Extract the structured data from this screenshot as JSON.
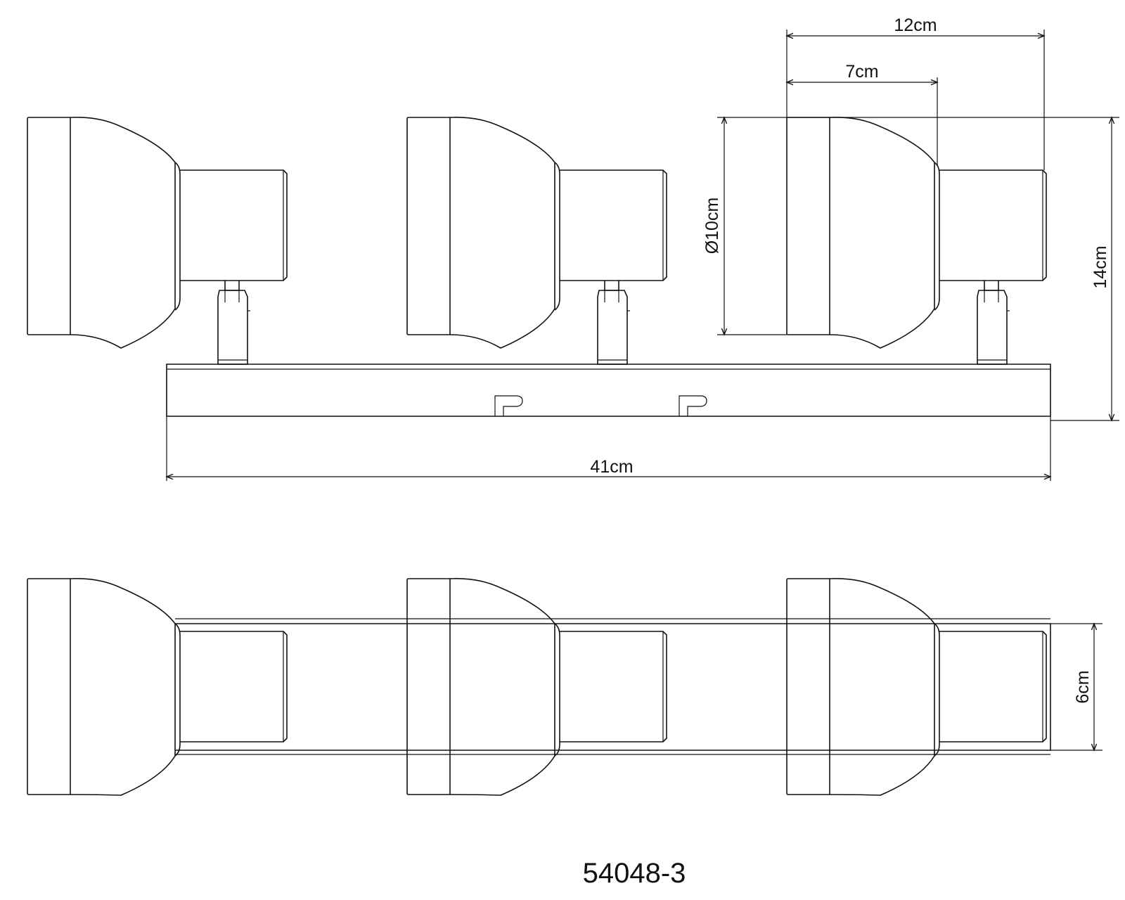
{
  "dimensions": {
    "width_total": "41cm",
    "arm_length": "12cm",
    "arm_offset": "7cm",
    "shade_diameter": "Ø10cm",
    "height": "14cm",
    "base_width": "6cm"
  },
  "model_number": "54048-3",
  "colors": {
    "line": "#111111",
    "background": "#ffffff"
  }
}
